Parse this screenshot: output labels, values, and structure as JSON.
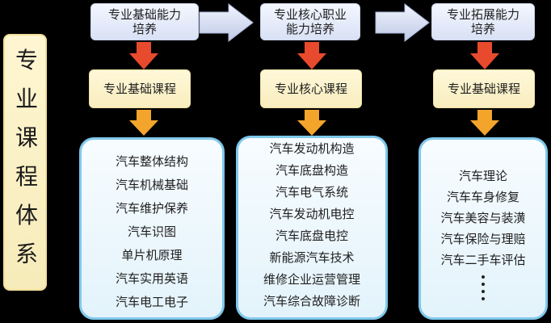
{
  "title_chars": [
    "专",
    "业",
    "课",
    "程",
    "体",
    "系"
  ],
  "columns": [
    {
      "ability": [
        "专业基础能力",
        "培养"
      ],
      "course": "专业基础课程",
      "items": [
        "汽车整体结构",
        "汽车机械基础",
        "汽车维护保养",
        "汽车识图",
        "单片机原理",
        "汽车实用英语",
        "汽车电工电子"
      ]
    },
    {
      "ability": [
        "专业核心职业",
        "能力培养"
      ],
      "course": "专业核心课程",
      "items": [
        "汽车发动机构造",
        "汽车底盘构造",
        "汽车电气系统",
        "汽车发动机电控",
        "汽车底盘电控",
        "新能源汽车技术",
        "维修企业运营管理",
        "汽车综合故障诊断"
      ]
    },
    {
      "ability": [
        "专业拓展能力",
        "培养"
      ],
      "course": "专业基础课程",
      "items": [
        "汽车理论",
        "汽车车身修复",
        "汽车美容与装潢",
        "汽车保险与理赔",
        "汽车二手车评估"
      ],
      "ellipsis": true
    }
  ],
  "colors": {
    "down_arrow_red": "#e84a2d",
    "down_arrow_orange": "#f3a52b",
    "side_arrow": "#d7def2",
    "list_border": "#7fc8ec"
  }
}
